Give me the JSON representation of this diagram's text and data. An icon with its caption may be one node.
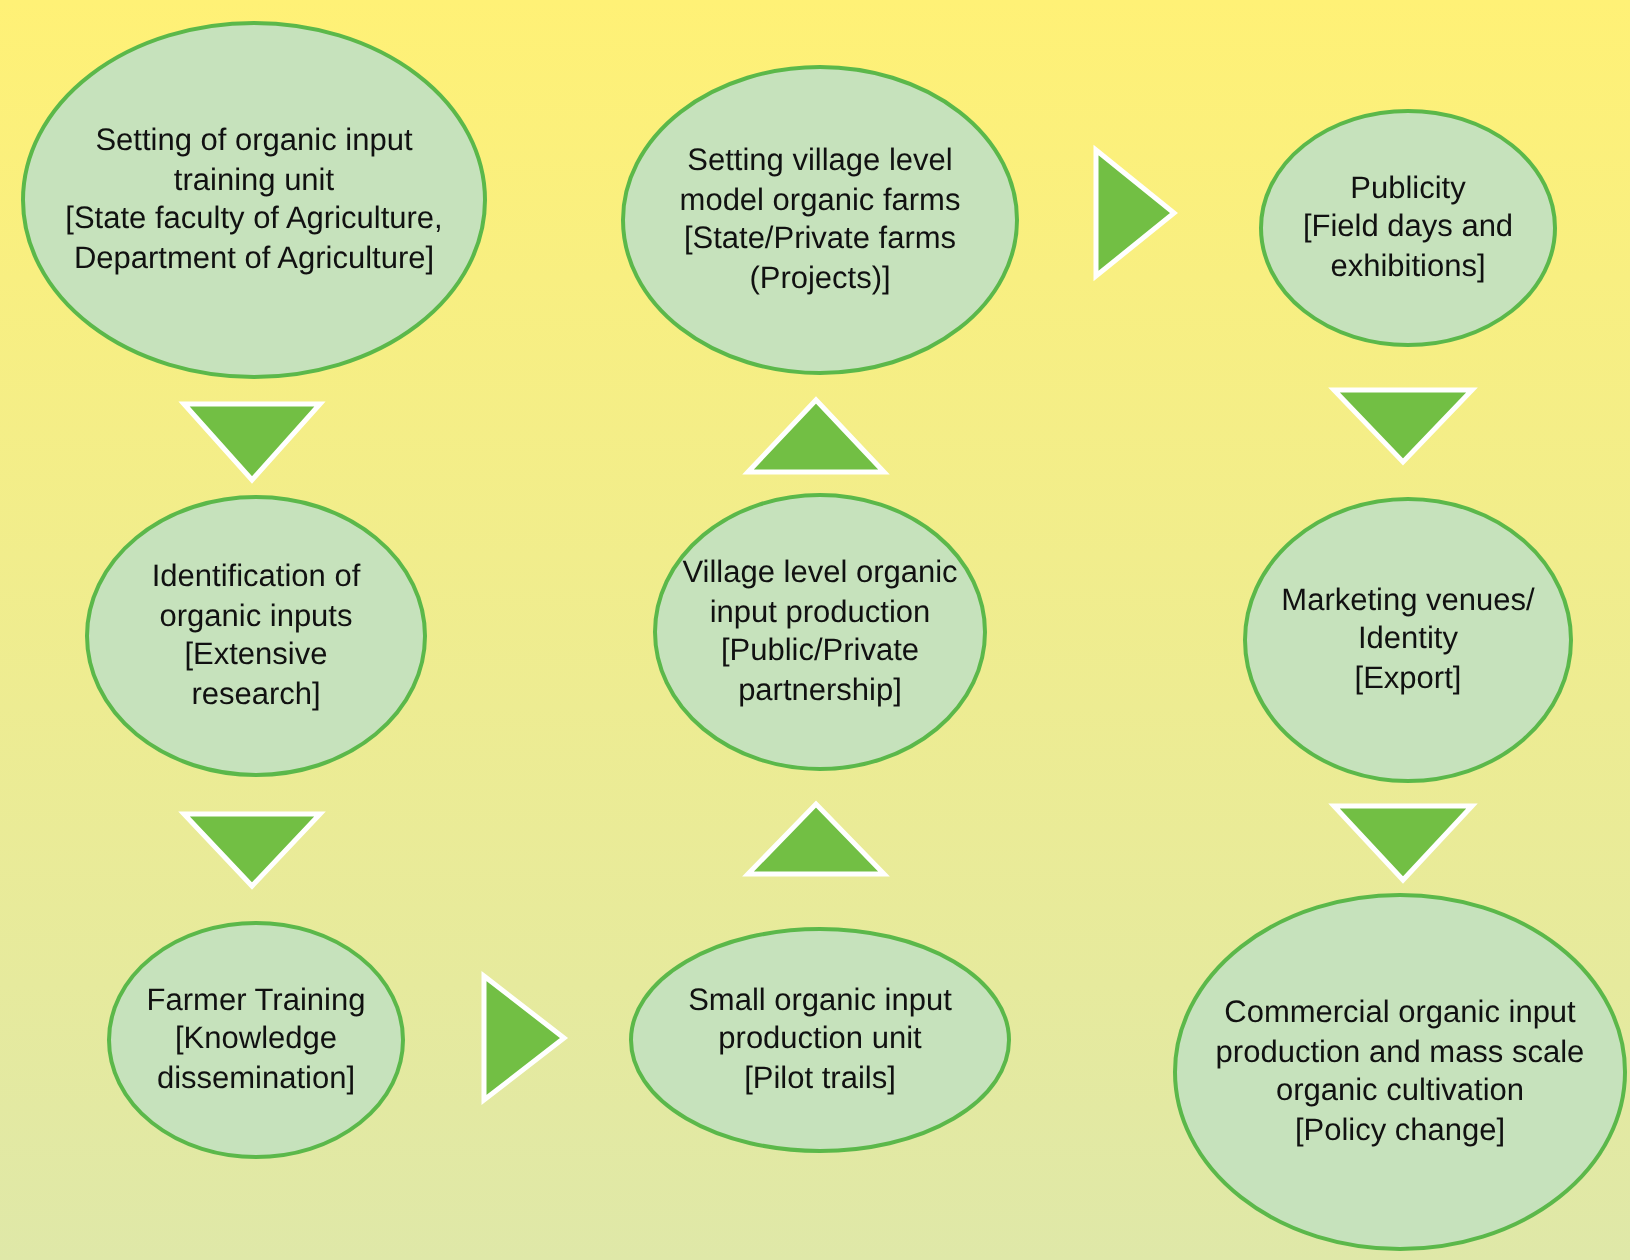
{
  "diagram": {
    "nodes": [
      {
        "text": [
          "Setting of organic input training unit",
          "[State faculty of Agriculture, Department of Agriculture]"
        ]
      },
      {
        "text": [
          "Identification of organic inputs",
          "[Extensive research]"
        ]
      },
      {
        "text": [
          "Farmer Training",
          "[Knowledge dissemination]"
        ]
      },
      {
        "text": [
          "Small organic input production unit",
          "[Pilot trails]"
        ]
      },
      {
        "text": [
          "Village level organic input production",
          "[Public/Private partnership]"
        ]
      },
      {
        "text": [
          "Setting village level model organic farms",
          "[State/Private farms (Projects)]"
        ]
      },
      {
        "text": [
          "Publicity",
          "[Field days and exhibitions]"
        ]
      },
      {
        "text": [
          "Marketing venues/ Identity",
          "[Export]"
        ]
      },
      {
        "text": [
          "Commercial organic input production and mass scale organic cultivation",
          "[Policy change]"
        ]
      }
    ],
    "edges": [
      {
        "from": 0,
        "to": 1,
        "arrow": "to"
      },
      {
        "from": 1,
        "to": 2,
        "arrow": "to"
      },
      {
        "from": 2,
        "to": 3,
        "arrow": "to"
      },
      {
        "from": 3,
        "to": 4,
        "arrow": "to"
      },
      {
        "from": 4,
        "to": 5,
        "arrow": "to"
      },
      {
        "from": 5,
        "to": 6,
        "arrow": "to"
      },
      {
        "from": 6,
        "to": 7,
        "arrow": "to"
      },
      {
        "from": 7,
        "to": 8,
        "arrow": "to"
      }
    ]
  }
}
